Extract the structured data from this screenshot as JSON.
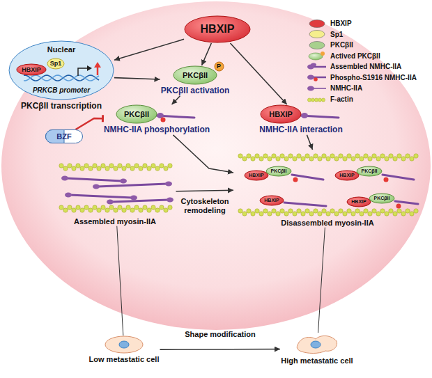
{
  "diagram": {
    "nodes": [
      {
        "text": [
          "HBXIP"
        ]
      },
      {
        "text": [
          "Nuclear",
          "PRKCB promoter",
          "PKCβII transcription"
        ]
      },
      {
        "text": [
          "HBXIP"
        ],
        "in": 1
      },
      {
        "text": [
          "Sp1"
        ],
        "in": 1
      },
      {
        "text": [
          "PKCβII",
          "PKCβII activation"
        ]
      },
      {
        "text": [
          "P"
        ],
        "in": 4
      },
      {
        "text": [
          "BZF"
        ]
      },
      {
        "text": [
          "PKCβII",
          "NMHC-IIA phosphorylation"
        ]
      },
      {
        "text": [
          "HBXIP",
          "NMHC-IIA interaction"
        ]
      },
      {
        "text": [
          "Assembled myosin-IIA"
        ]
      },
      {
        "text": [
          "Disassembled myosin-IIA"
        ]
      },
      {
        "text": [
          "HBXIP"
        ],
        "in": 10
      },
      {
        "text": [
          "PKCβII"
        ],
        "in": 10
      },
      {
        "text": [
          "HBXIP"
        ],
        "in": 10
      },
      {
        "text": [
          "PKCβII"
        ],
        "in": 10
      },
      {
        "text": [
          "HBXIP"
        ],
        "in": 10
      },
      {
        "text": [
          "HBXIP"
        ],
        "in": 10
      },
      {
        "text": [
          "PKCβII"
        ],
        "in": 10
      },
      {
        "text": [
          "Low metastatic cell"
        ]
      },
      {
        "text": [
          "High metastatic cell"
        ]
      }
    ],
    "edges": [
      {
        "from": 0,
        "to": 1,
        "arrow": "to"
      },
      {
        "from": 0,
        "to": 4,
        "arrow": "to"
      },
      {
        "from": 0,
        "to": 8,
        "arrow": "to"
      },
      {
        "from": 1,
        "to": 4,
        "arrow": "to"
      },
      {
        "from": 4,
        "to": 7,
        "arrow": "to"
      },
      {
        "from": 6,
        "to": 7,
        "arrow": "to"
      },
      {
        "from": 7,
        "to": 10,
        "arrow": "to"
      },
      {
        "from": 8,
        "to": 10,
        "arrow": "to"
      },
      {
        "from": 9,
        "to": 10,
        "label": "Cytoskeleton remodeling",
        "arrow": "to"
      },
      {
        "from": 9,
        "to": 18,
        "arrow": "none"
      },
      {
        "from": 10,
        "to": 19,
        "arrow": "none"
      },
      {
        "from": 18,
        "to": 19,
        "label": "Shape modification",
        "arrow": "to"
      }
    ],
    "legend": [
      {
        "text": "HBXIP",
        "color": "#e03a3e"
      },
      {
        "text": "Sp1",
        "color": "#f5ee8c"
      },
      {
        "text": "PKCβII",
        "color": "#a8d08d"
      },
      {
        "text": "Actived PKCβII"
      },
      {
        "text": "Assembled NMHC-IIA"
      },
      {
        "text": "Phospho-S1916 NMHC-IIA"
      },
      {
        "text": "NMHC-IIA"
      },
      {
        "text": "F-actin"
      }
    ]
  }
}
